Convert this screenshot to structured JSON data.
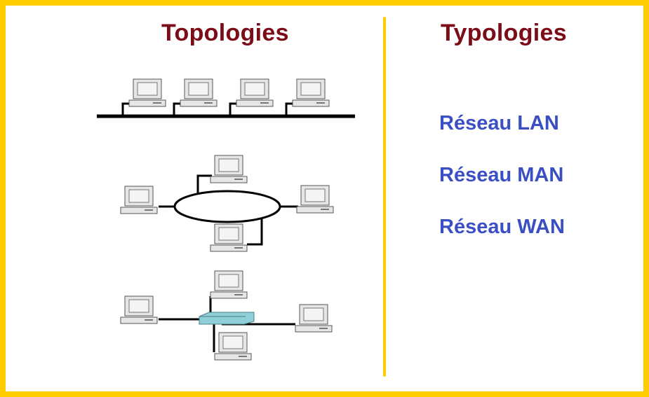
{
  "left_panel": {
    "title": "Topologies"
  },
  "right_panel": {
    "title": "Typologies",
    "network_types": [
      "Réseau LAN",
      "Réseau MAN",
      "Réseau WAN"
    ]
  },
  "diagram": {
    "topologies": [
      {
        "kind": "bus",
        "computers": 4
      },
      {
        "kind": "ring",
        "computers": 4
      },
      {
        "kind": "star",
        "computers": 4,
        "center_icon": "switch-icon"
      }
    ]
  },
  "colors": {
    "frame": "#ffcc00",
    "heading": "#7b0c18",
    "network_text": "#3a4fc4",
    "cable": "#000000",
    "switch": "#8ecfd8"
  }
}
